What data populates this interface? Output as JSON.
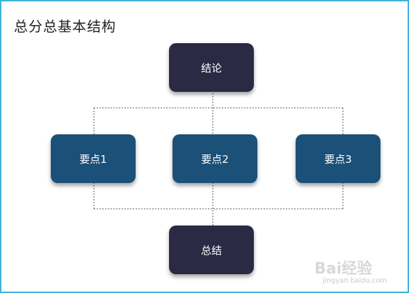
{
  "diagram": {
    "title": "总分总基本结构",
    "nodes": {
      "conclusion": "结论",
      "point1": "要点1",
      "point2": "要点2",
      "point3": "要点3",
      "summary": "总结"
    }
  },
  "colors": {
    "dark_node": "#2a2a45",
    "blue_node": "#1b5079",
    "frame_border": "#3fb3d9",
    "connector": "#555555"
  },
  "watermark": {
    "brand": "Bai经验",
    "url": "jingyan.baidu.com"
  }
}
